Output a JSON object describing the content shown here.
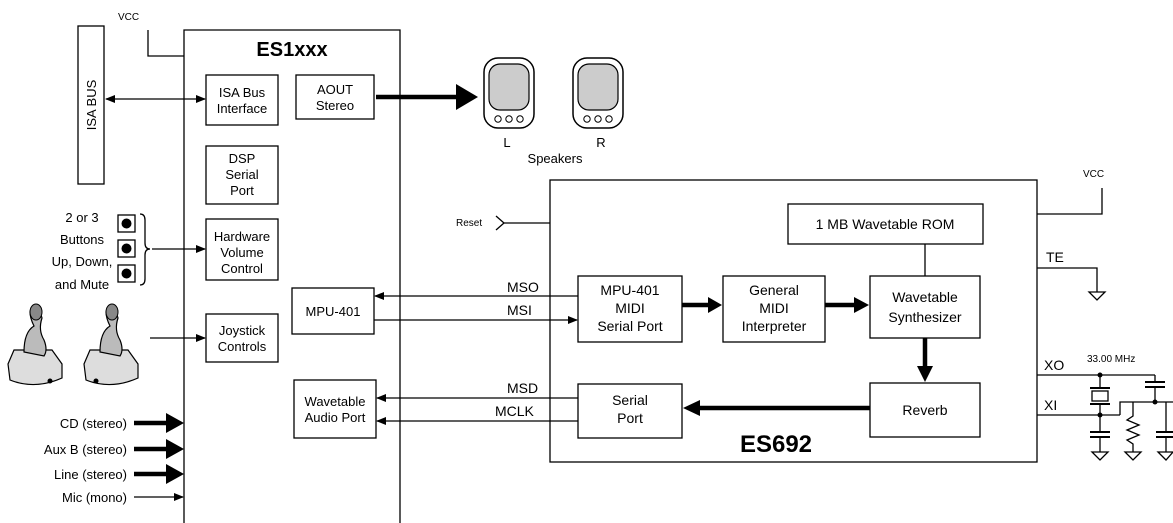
{
  "vcc_top": "VCC",
  "vcc_right": "VCC",
  "isa_bus": "ISA BUS",
  "es1xxx": {
    "title": "ES1xxx",
    "isa_interface": [
      "ISA Bus",
      "Interface"
    ],
    "aout": [
      "AOUT",
      "Stereo"
    ],
    "dsp": [
      "DSP",
      "Serial",
      "Port"
    ],
    "hw_volume": [
      "Hardware",
      "Volume",
      "Control"
    ],
    "mpu401": "MPU-401",
    "joystick": [
      "Joystick",
      "Controls"
    ],
    "wavetable_port": [
      "Wavetable",
      "Audio Port"
    ]
  },
  "buttons_label": [
    "2 or 3",
    "Buttons",
    "Up, Down,",
    "and Mute"
  ],
  "speakers": {
    "left": "L",
    "right": "R",
    "label": "Speakers"
  },
  "inputs": [
    "CD (stereo)",
    "Aux B (stereo)",
    "Line (stereo)",
    "Mic (mono)"
  ],
  "signals": {
    "mso": "MSO",
    "msi": "MSI",
    "msd": "MSD",
    "mclk": "MCLK",
    "reset": "Reset",
    "te": "TE",
    "xo": "XO",
    "xi": "XI"
  },
  "crystal": "33.00 MHz",
  "es692": {
    "title": "ES692",
    "rom": "1 MB Wavetable ROM",
    "mpu_serial": [
      "MPU-401",
      "MIDI",
      "Serial Port"
    ],
    "gm": [
      "General",
      "MIDI",
      "Interpreter"
    ],
    "synth": [
      "Wavetable",
      "Synthesizer"
    ],
    "serial": [
      "Serial",
      "Port"
    ],
    "reverb": "Reverb"
  }
}
